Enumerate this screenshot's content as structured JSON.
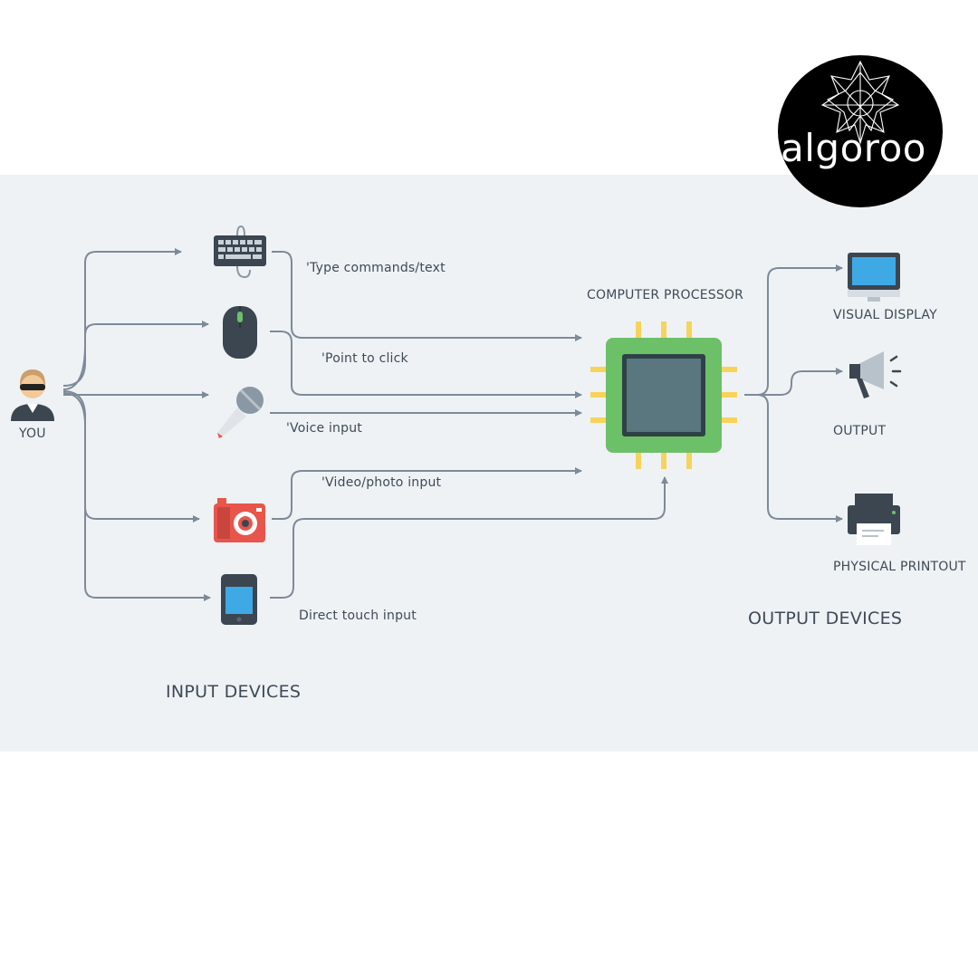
{
  "logo": {
    "text": "algoroo"
  },
  "user": {
    "label": "YOU"
  },
  "inputs": {
    "type": "'Type commands/text",
    "point": "'Point to click",
    "voice": "'Voice input",
    "video": "'Video/photo input",
    "touch": "Direct touch input",
    "section_title": "INPUT DEVICES"
  },
  "processor": {
    "label": "COMPUTER PROCESSOR"
  },
  "outputs": {
    "display": "VISUAL DISPLAY",
    "output": "OUTPUT",
    "printout": "PHYSICAL PRINTOUT",
    "section_title": "OUTPUT DEVICES"
  },
  "colors": {
    "panel": "#eff2f5",
    "line": "#7d8a98",
    "chip_outer": "#6cc068",
    "chip_inner": "#5a767e",
    "chip_pins": "#f7d35a",
    "camera": "#e8554b",
    "screen": "#3fa9e6",
    "device_dark": "#3b4650"
  },
  "icons": [
    "person-icon",
    "keyboard-icon",
    "mouse-icon",
    "microphone-icon",
    "camera-icon",
    "tablet-icon",
    "processor-chip-icon",
    "monitor-icon",
    "megaphone-icon",
    "printer-icon",
    "algoroo-logo"
  ]
}
